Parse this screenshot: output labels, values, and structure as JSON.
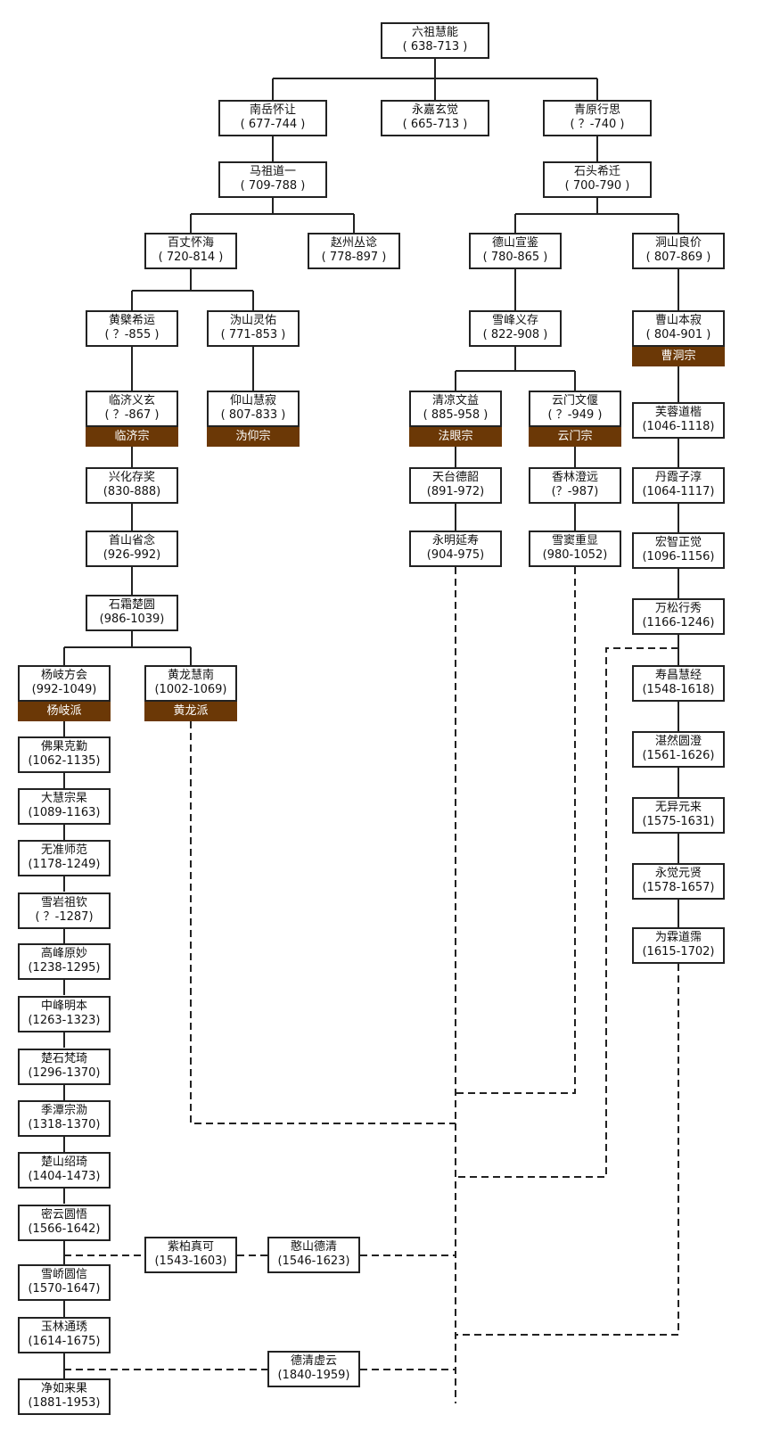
{
  "colors": {
    "school_band": "#6b3806",
    "line": "#222222",
    "box_border": "#222222"
  },
  "nodes": [
    {
      "id": "huineng",
      "name": "六祖慧能",
      "years": "( 638-713 )"
    },
    {
      "id": "nanyue",
      "name": "南岳怀让",
      "years": "( 677-744 )"
    },
    {
      "id": "yongjia",
      "name": "永嘉玄觉",
      "years": "( 665-713 )"
    },
    {
      "id": "qingyuan",
      "name": "青原行思",
      "years": "( ？-740 )"
    },
    {
      "id": "mazu",
      "name": "马祖道一",
      "years": "( 709-788 )"
    },
    {
      "id": "shitou",
      "name": "石头希迁",
      "years": "( 700-790 )"
    },
    {
      "id": "baizhang",
      "name": "百丈怀海",
      "years": "( 720-814 )"
    },
    {
      "id": "zhaozhou",
      "name": "赵州丛谂",
      "years": "( 778-897 )"
    },
    {
      "id": "deshan",
      "name": "德山宣鉴",
      "years": "( 780-865 )"
    },
    {
      "id": "dongshan",
      "name": "洞山良价",
      "years": "( 807-869 )"
    },
    {
      "id": "huangbo",
      "name": "黄檗希运",
      "years": "( ？-855 )"
    },
    {
      "id": "weishan",
      "name": "沩山灵佑",
      "years": "( 771-853 )"
    },
    {
      "id": "xuefeng",
      "name": "雪峰义存",
      "years": "( 822-908 )"
    },
    {
      "id": "caoshan",
      "name": "曹山本寂",
      "years": "( 804-901 )",
      "school": "曹洞宗"
    },
    {
      "id": "linji",
      "name": "临济义玄",
      "years": "( ？-867 )",
      "school": "临济宗"
    },
    {
      "id": "yangshan",
      "name": "仰山慧寂",
      "years": "( 807-833 )",
      "school": "沩仰宗"
    },
    {
      "id": "qingliang",
      "name": "清凉文益",
      "years": "( 885-958 )",
      "school": "法眼宗"
    },
    {
      "id": "yunmen",
      "name": "云门文偃",
      "years": "( ？-949 )",
      "school": "云门宗"
    },
    {
      "id": "furong",
      "name": "芙蓉道楷",
      "years": "(1046-1118)"
    },
    {
      "id": "xinghua",
      "name": "兴化存奖",
      "years": "(830-888)"
    },
    {
      "id": "tiantai",
      "name": "天台德韶",
      "years": "(891-972)"
    },
    {
      "id": "xianglin",
      "name": "香林澄远",
      "years": "(？-987)"
    },
    {
      "id": "danxia",
      "name": "丹霞子淳",
      "years": "(1064-1117)"
    },
    {
      "id": "shoushan",
      "name": "首山省念",
      "years": "(926-992)"
    },
    {
      "id": "yongming",
      "name": "永明延寿",
      "years": "(904-975)"
    },
    {
      "id": "xuedou",
      "name": "雪窦重显",
      "years": "(980-1052)"
    },
    {
      "id": "hongzhi",
      "name": "宏智正觉",
      "years": "(1096-1156)"
    },
    {
      "id": "shishuang",
      "name": "石霜楚圆",
      "years": "(986-1039)"
    },
    {
      "id": "wansong",
      "name": "万松行秀",
      "years": "(1166-1246)"
    },
    {
      "id": "yangqi",
      "name": "杨岐方会",
      "years": "(992-1049)",
      "school": "杨岐派"
    },
    {
      "id": "huanglong",
      "name": "黄龙慧南",
      "years": "(1002-1069)",
      "school": "黄龙派"
    },
    {
      "id": "shouchang",
      "name": "寿昌慧经",
      "years": "(1548-1618)"
    },
    {
      "id": "foguo",
      "name": "佛果克勤",
      "years": "(1062-1135)"
    },
    {
      "id": "zhanran",
      "name": "湛然圆澄",
      "years": "(1561-1626)"
    },
    {
      "id": "dahui",
      "name": "大慧宗杲",
      "years": "(1089-1163)"
    },
    {
      "id": "wuyi",
      "name": "无异元来",
      "years": "(1575-1631)"
    },
    {
      "id": "wuzhun",
      "name": "无准师范",
      "years": "(1178-1249)"
    },
    {
      "id": "yongjue",
      "name": "永觉元贤",
      "years": "(1578-1657)"
    },
    {
      "id": "xueyan",
      "name": "雪岩祖钦",
      "years": "( ？-1287)"
    },
    {
      "id": "weilin",
      "name": "为霖道霈",
      "years": "(1615-1702)"
    },
    {
      "id": "gaofeng",
      "name": "高峰原妙",
      "years": "(1238-1295)"
    },
    {
      "id": "zhongfeng",
      "name": "中峰明本",
      "years": "(1263-1323)"
    },
    {
      "id": "chushi",
      "name": "楚石梵琦",
      "years": "(1296-1370)"
    },
    {
      "id": "jitan",
      "name": "季潭宗泐",
      "years": "(1318-1370)"
    },
    {
      "id": "chushan",
      "name": "楚山绍琦",
      "years": "(1404-1473)"
    },
    {
      "id": "miyun",
      "name": "密云圆悟",
      "years": "(1566-1642)"
    },
    {
      "id": "zibai",
      "name": "紫柏真可",
      "years": "(1543-1603)"
    },
    {
      "id": "hanshan",
      "name": "憨山德清",
      "years": "(1546-1623)"
    },
    {
      "id": "xuejiao",
      "name": "雪峤圆信",
      "years": "(1570-1647)"
    },
    {
      "id": "yulin",
      "name": "玉林通琇",
      "years": "(1614-1675)"
    },
    {
      "id": "xuyun",
      "name": "德清虚云",
      "years": "(1840-1959)"
    },
    {
      "id": "jingru",
      "name": "净如来果",
      "years": "(1881-1953)"
    }
  ]
}
